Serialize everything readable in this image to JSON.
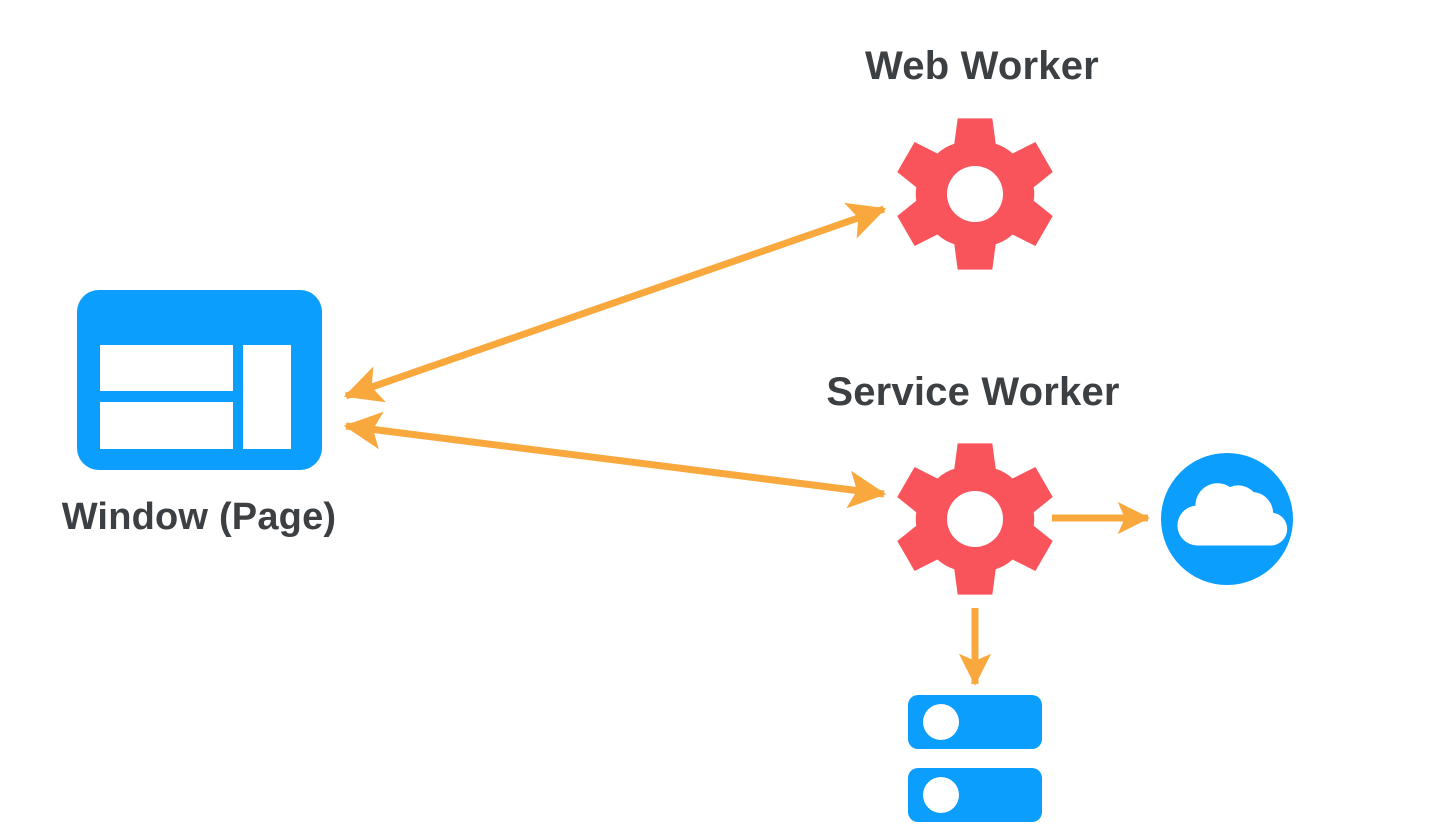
{
  "diagram": {
    "title": "Web Worker and Service Worker architecture",
    "background": "#ffffff",
    "colors": {
      "blue": "#0b9efc",
      "red": "#f9545b",
      "orange": "#f9a83e",
      "text": "#3c4043",
      "white": "#ffffff"
    },
    "nodes": [
      {
        "id": "window",
        "label": "Window (Page)",
        "icon": "browser-window-icon",
        "color": "#0b9efc",
        "label_position": "below"
      },
      {
        "id": "web_worker",
        "label": "Web Worker",
        "icon": "gear-icon",
        "color": "#f9545b",
        "label_position": "above"
      },
      {
        "id": "service_worker",
        "label": "Service Worker",
        "icon": "gear-icon",
        "color": "#f9545b",
        "label_position": "above"
      },
      {
        "id": "network",
        "label": "",
        "icon": "cloud-icon",
        "color": "#0b9efc",
        "label_position": "none"
      },
      {
        "id": "cache_storage",
        "label": "",
        "icon": "database-icon",
        "color": "#0b9efc",
        "label_position": "none"
      }
    ],
    "edges": [
      {
        "id": "window-web-worker",
        "from": "window",
        "to": "web_worker",
        "direction": "bidirectional",
        "color": "#f9a83e"
      },
      {
        "id": "window-service-worker",
        "from": "window",
        "to": "service_worker",
        "direction": "bidirectional",
        "color": "#f9a83e"
      },
      {
        "id": "service-worker-network",
        "from": "service_worker",
        "to": "network",
        "direction": "forward",
        "color": "#f9a83e"
      },
      {
        "id": "service-worker-cache",
        "from": "service_worker",
        "to": "cache_storage",
        "direction": "forward",
        "color": "#f9a83e"
      }
    ]
  }
}
